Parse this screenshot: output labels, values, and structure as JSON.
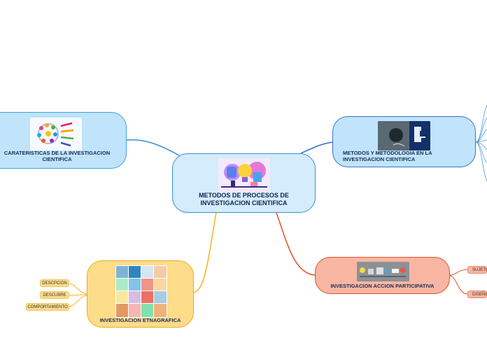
{
  "central": {
    "title": "METODOS DE PROCESOS DE INVESTIGACION CIENTIFICA"
  },
  "topics": {
    "caracteristicas": {
      "label": "CARATERISTICAS DE LA INVESTIGACION CIENTIFICA"
    },
    "metodos": {
      "label": "METODOS Y METODOLOGIA EN LA INVESTIGACION CIENTIFICA"
    },
    "accion": {
      "label": "INVESTIGACION ACCION PARTICIPATIVA"
    },
    "etnografica": {
      "label": "INVESTIGACION ETNAGRAFICA"
    }
  },
  "subtopics": {
    "etnografica": [
      "DESCPCION",
      "DESCUBRE",
      "COMPORTAMIENTO"
    ],
    "accion": [
      "SUJETO",
      "DISEÑO"
    ]
  },
  "colors": {
    "blue_branch": "#3a8fd6",
    "dark_blue_branch": "#2f6fd0",
    "orange_branch": "#e0532b",
    "yellow_branch": "#f2b61c"
  }
}
